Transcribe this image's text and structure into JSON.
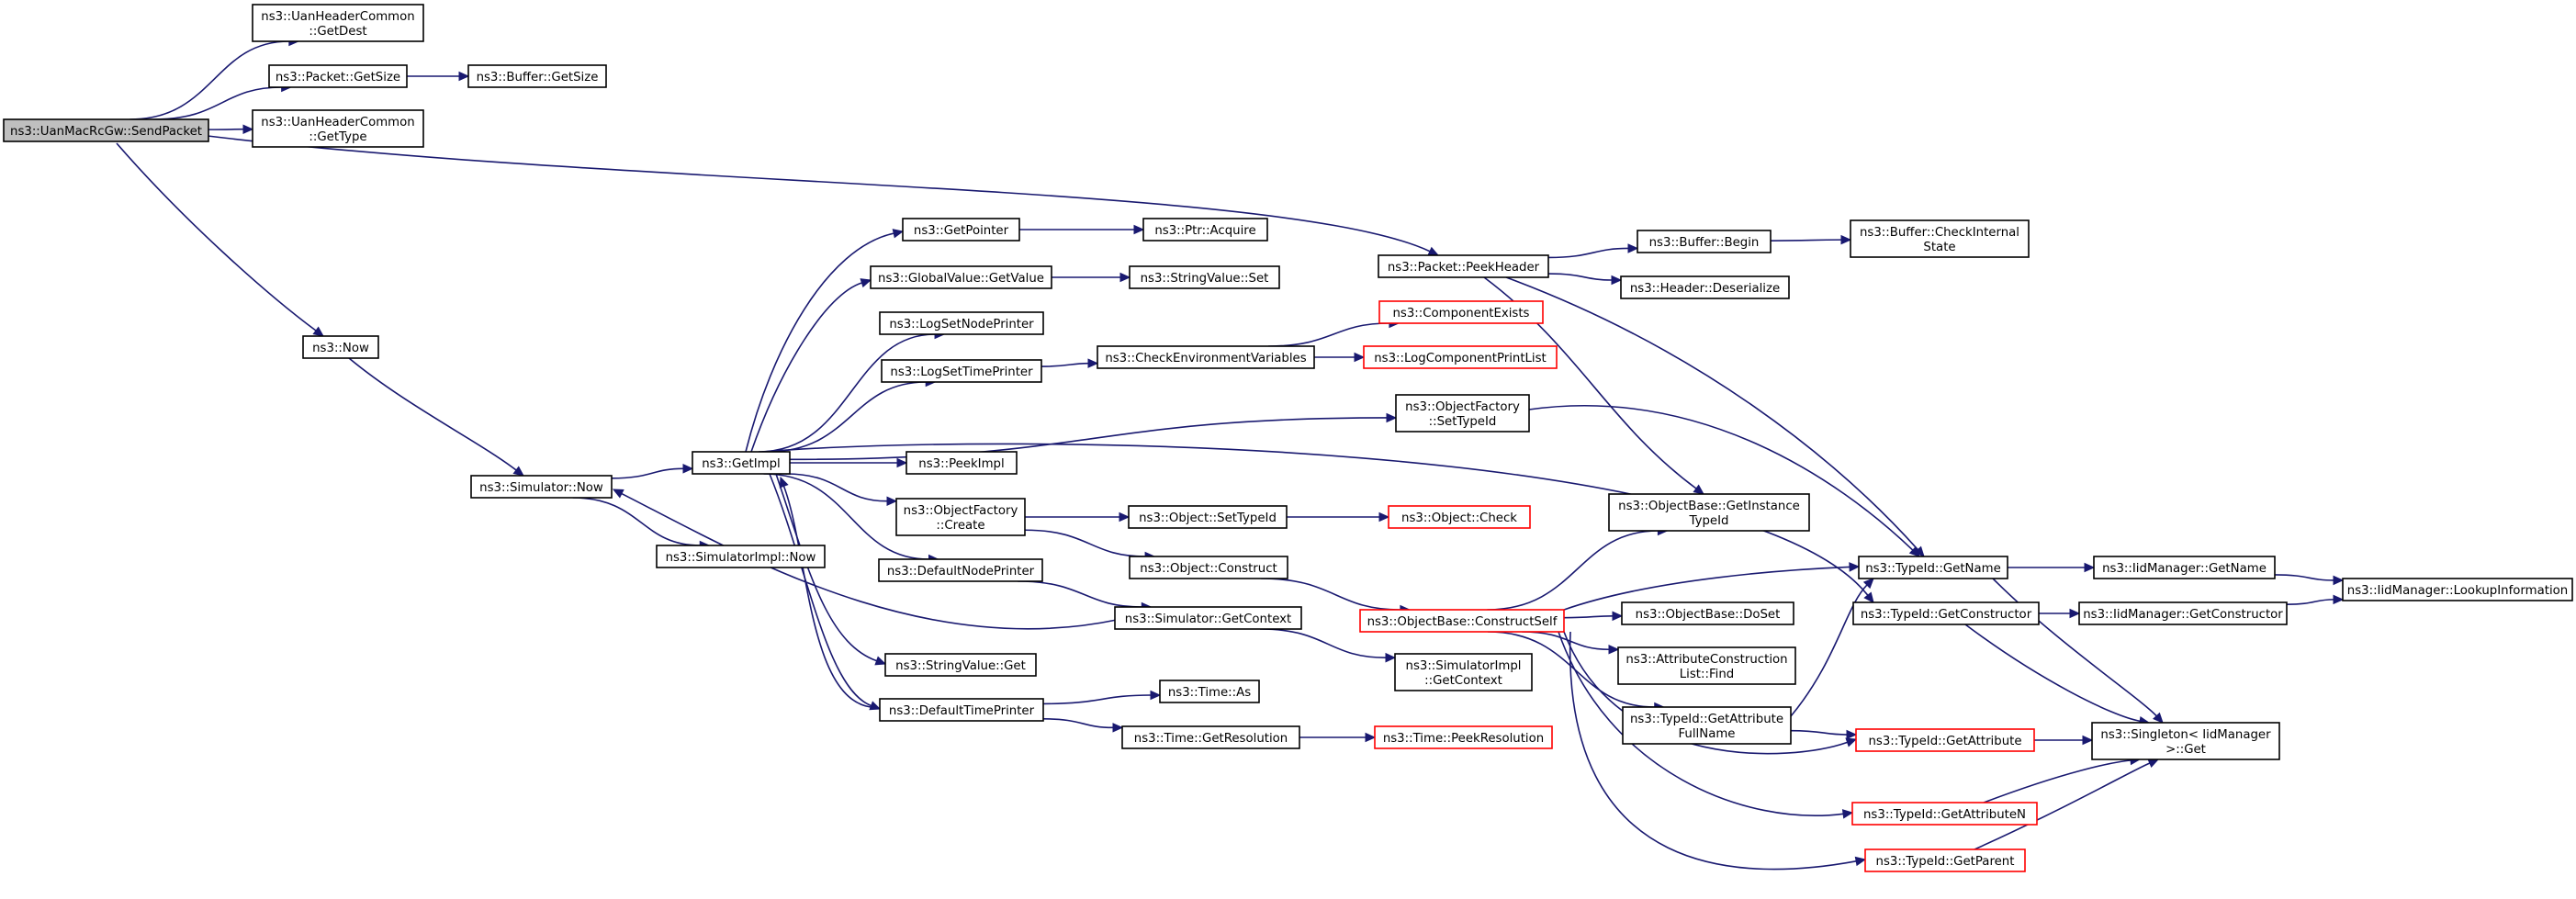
{
  "graph": {
    "title": "",
    "colors": {
      "edge": "#191970",
      "node_border": "#000000",
      "truncated_border": "#ff0000",
      "root_fill": "#bfbfbf"
    },
    "nodes": [
      {
        "id": "sendpacket",
        "lines": [
          "ns3::UanMacRcGw::SendPacket"
        ],
        "kind": "root"
      },
      {
        "id": "getdest",
        "lines": [
          "ns3::UanHeaderCommon",
          "::GetDest"
        ],
        "kind": "normal"
      },
      {
        "id": "packet_getsize",
        "lines": [
          "ns3::Packet::GetSize"
        ],
        "kind": "normal"
      },
      {
        "id": "buffer_getsize",
        "lines": [
          "ns3::Buffer::GetSize"
        ],
        "kind": "normal"
      },
      {
        "id": "gettype",
        "lines": [
          "ns3::UanHeaderCommon",
          "::GetType"
        ],
        "kind": "normal"
      },
      {
        "id": "peekheader",
        "lines": [
          "ns3::Packet::PeekHeader"
        ],
        "kind": "normal"
      },
      {
        "id": "now",
        "lines": [
          "ns3::Now"
        ],
        "kind": "normal"
      },
      {
        "id": "buffer_begin",
        "lines": [
          "ns3::Buffer::Begin"
        ],
        "kind": "normal"
      },
      {
        "id": "checkinternal",
        "lines": [
          "ns3::Buffer::CheckInternal",
          "State"
        ],
        "kind": "normal"
      },
      {
        "id": "header_deser",
        "lines": [
          "ns3::Header::Deserialize"
        ],
        "kind": "normal"
      },
      {
        "id": "getpointer",
        "lines": [
          "ns3::GetPointer"
        ],
        "kind": "normal"
      },
      {
        "id": "ptr_acquire",
        "lines": [
          "ns3::Ptr::Acquire"
        ],
        "kind": "normal"
      },
      {
        "id": "gv_getvalue",
        "lines": [
          "ns3::GlobalValue::GetValue"
        ],
        "kind": "normal"
      },
      {
        "id": "sv_set",
        "lines": [
          "ns3::StringValue::Set"
        ],
        "kind": "normal"
      },
      {
        "id": "logsetnode",
        "lines": [
          "ns3::LogSetNodePrinter"
        ],
        "kind": "normal"
      },
      {
        "id": "logsettime",
        "lines": [
          "ns3::LogSetTimePrinter"
        ],
        "kind": "normal"
      },
      {
        "id": "checkenv",
        "lines": [
          "ns3::CheckEnvironmentVariables"
        ],
        "kind": "normal"
      },
      {
        "id": "compexists",
        "lines": [
          "ns3::ComponentExists"
        ],
        "kind": "trunc"
      },
      {
        "id": "logcomplist",
        "lines": [
          "ns3::LogComponentPrintList"
        ],
        "kind": "trunc"
      },
      {
        "id": "getimpl",
        "lines": [
          "ns3::GetImpl"
        ],
        "kind": "normal"
      },
      {
        "id": "of_settypeid",
        "lines": [
          "ns3::ObjectFactory",
          "::SetTypeId"
        ],
        "kind": "normal"
      },
      {
        "id": "peekimpl",
        "lines": [
          "ns3::PeekImpl"
        ],
        "kind": "normal"
      },
      {
        "id": "sim_now",
        "lines": [
          "ns3::Simulator::Now"
        ],
        "kind": "normal"
      },
      {
        "id": "of_create",
        "lines": [
          "ns3::ObjectFactory",
          "::Create"
        ],
        "kind": "normal"
      },
      {
        "id": "obj_settypeid",
        "lines": [
          "ns3::Object::SetTypeId"
        ],
        "kind": "normal"
      },
      {
        "id": "obj_check",
        "lines": [
          "ns3::Object::Check"
        ],
        "kind": "trunc"
      },
      {
        "id": "obb_getinst",
        "lines": [
          "ns3::ObjectBase::GetInstance",
          "TypeId"
        ],
        "kind": "normal"
      },
      {
        "id": "simimpl_now",
        "lines": [
          "ns3::SimulatorImpl::Now"
        ],
        "kind": "normal"
      },
      {
        "id": "obj_construct",
        "lines": [
          "ns3::Object::Construct"
        ],
        "kind": "normal"
      },
      {
        "id": "defnodeprinter",
        "lines": [
          "ns3::DefaultNodePrinter"
        ],
        "kind": "normal"
      },
      {
        "id": "tid_getname",
        "lines": [
          "ns3::TypeId::GetName"
        ],
        "kind": "normal"
      },
      {
        "id": "iid_getname",
        "lines": [
          "ns3::IidManager::GetName"
        ],
        "kind": "normal"
      },
      {
        "id": "iid_lookup",
        "lines": [
          "ns3::IidManager::LookupInformation"
        ],
        "kind": "normal"
      },
      {
        "id": "obb_constructself",
        "lines": [
          "ns3::ObjectBase::ConstructSelf"
        ],
        "kind": "trunc"
      },
      {
        "id": "obb_doset",
        "lines": [
          "ns3::ObjectBase::DoSet"
        ],
        "kind": "normal"
      },
      {
        "id": "sim_getcontext",
        "lines": [
          "ns3::Simulator::GetContext"
        ],
        "kind": "normal"
      },
      {
        "id": "tid_getconstructor",
        "lines": [
          "ns3::TypeId::GetConstructor"
        ],
        "kind": "normal"
      },
      {
        "id": "iid_getconstructor",
        "lines": [
          "ns3::IidManager::GetConstructor"
        ],
        "kind": "normal"
      },
      {
        "id": "acl_find",
        "lines": [
          "ns3::AttributeConstruction",
          "List::Find"
        ],
        "kind": "normal"
      },
      {
        "id": "sv_get",
        "lines": [
          "ns3::StringValue::Get"
        ],
        "kind": "normal"
      },
      {
        "id": "simimpl_getcontext",
        "lines": [
          "ns3::SimulatorImpl",
          "::GetContext"
        ],
        "kind": "normal"
      },
      {
        "id": "time_as",
        "lines": [
          "ns3::Time::As"
        ],
        "kind": "normal"
      },
      {
        "id": "deftimeprinter",
        "lines": [
          "ns3::DefaultTimePrinter"
        ],
        "kind": "normal"
      },
      {
        "id": "tid_getattrfullname",
        "lines": [
          "ns3::TypeId::GetAttribute",
          "FullName"
        ],
        "kind": "normal"
      },
      {
        "id": "tid_getattribute",
        "lines": [
          "ns3::TypeId::GetAttribute"
        ],
        "kind": "trunc"
      },
      {
        "id": "singleton_get",
        "lines": [
          "ns3::Singleton< IidManager",
          " >::Get"
        ],
        "kind": "normal"
      },
      {
        "id": "time_getres",
        "lines": [
          "ns3::Time::GetResolution"
        ],
        "kind": "normal"
      },
      {
        "id": "time_peekres",
        "lines": [
          "ns3::Time::PeekResolution"
        ],
        "kind": "trunc"
      },
      {
        "id": "tid_getattributen",
        "lines": [
          "ns3::TypeId::GetAttributeN"
        ],
        "kind": "trunc"
      },
      {
        "id": "tid_getparent",
        "lines": [
          "ns3::TypeId::GetParent"
        ],
        "kind": "trunc"
      }
    ],
    "edges": [
      [
        "sendpacket",
        "getdest"
      ],
      [
        "sendpacket",
        "packet_getsize"
      ],
      [
        "sendpacket",
        "gettype"
      ],
      [
        "sendpacket",
        "peekheader"
      ],
      [
        "sendpacket",
        "now"
      ],
      [
        "packet_getsize",
        "buffer_getsize"
      ],
      [
        "peekheader",
        "buffer_begin"
      ],
      [
        "peekheader",
        "header_deser"
      ],
      [
        "peekheader",
        "obb_getinst"
      ],
      [
        "peekheader",
        "tid_getname"
      ],
      [
        "buffer_begin",
        "checkinternal"
      ],
      [
        "now",
        "sim_now"
      ],
      [
        "sim_now",
        "getimpl"
      ],
      [
        "sim_now",
        "simimpl_now"
      ],
      [
        "getimpl",
        "getpointer"
      ],
      [
        "getimpl",
        "gv_getvalue"
      ],
      [
        "getimpl",
        "logsetnode"
      ],
      [
        "getimpl",
        "logsettime"
      ],
      [
        "getimpl",
        "of_settypeid"
      ],
      [
        "getimpl",
        "peekimpl"
      ],
      [
        "getimpl",
        "of_create"
      ],
      [
        "getimpl",
        "defnodeprinter"
      ],
      [
        "getimpl",
        "sv_get"
      ],
      [
        "getimpl",
        "deftimeprinter"
      ],
      [
        "getimpl",
        "tid_getconstructor"
      ],
      [
        "getpointer",
        "ptr_acquire"
      ],
      [
        "gv_getvalue",
        "sv_set"
      ],
      [
        "logsettime",
        "checkenv"
      ],
      [
        "checkenv",
        "compexists"
      ],
      [
        "checkenv",
        "logcomplist"
      ],
      [
        "of_settypeid",
        "tid_getname"
      ],
      [
        "of_create",
        "obj_settypeid"
      ],
      [
        "of_create",
        "obj_construct"
      ],
      [
        "obj_settypeid",
        "obj_check"
      ],
      [
        "obj_construct",
        "obb_constructself"
      ],
      [
        "defnodeprinter",
        "sim_getcontext"
      ],
      [
        "sim_getcontext",
        "sim_now"
      ],
      [
        "sim_getcontext",
        "simimpl_getcontext"
      ],
      [
        "deftimeprinter",
        "time_as"
      ],
      [
        "deftimeprinter",
        "time_getres"
      ],
      [
        "deftimeprinter",
        "getimpl"
      ],
      [
        "time_getres",
        "time_peekres"
      ],
      [
        "obb_constructself",
        "obb_getinst"
      ],
      [
        "obb_constructself",
        "tid_getname"
      ],
      [
        "obb_constructself",
        "obb_doset"
      ],
      [
        "obb_constructself",
        "acl_find"
      ],
      [
        "obb_constructself",
        "tid_getattrfullname"
      ],
      [
        "obb_constructself",
        "tid_getattribute"
      ],
      [
        "obb_constructself",
        "tid_getattributen"
      ],
      [
        "obb_constructself",
        "tid_getparent"
      ],
      [
        "tid_getattrfullname",
        "tid_getname"
      ],
      [
        "tid_getattrfullname",
        "tid_getattribute"
      ],
      [
        "tid_getname",
        "iid_getname"
      ],
      [
        "tid_getname",
        "singleton_get"
      ],
      [
        "iid_getname",
        "iid_lookup"
      ],
      [
        "tid_getconstructor",
        "iid_getconstructor"
      ],
      [
        "tid_getconstructor",
        "singleton_get"
      ],
      [
        "iid_getconstructor",
        "iid_lookup"
      ],
      [
        "tid_getattribute",
        "singleton_get"
      ],
      [
        "tid_getattributen",
        "singleton_get"
      ],
      [
        "tid_getparent",
        "singleton_get"
      ]
    ]
  }
}
